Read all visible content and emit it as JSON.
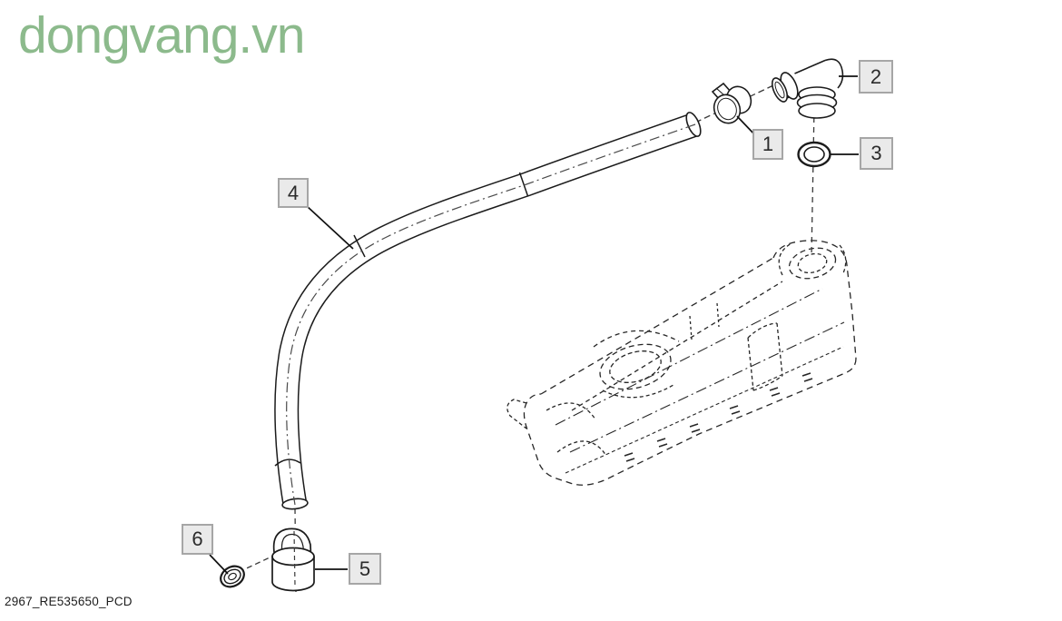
{
  "watermark": {
    "text": "dongvang.vn",
    "color": "#8cba8c"
  },
  "caption": {
    "text": "2967_RE535650_PCD"
  },
  "diagram": {
    "kind": "exploded-parts-diagram",
    "line_color": "#1b1b1b",
    "callout_style": {
      "background": "#eaeaea",
      "border_color": "#a6a6a6",
      "text_color": "#2b2b2b"
    },
    "callouts": [
      {
        "label": "1",
        "part": "hose-clamp"
      },
      {
        "label": "2",
        "part": "elbow-fitting"
      },
      {
        "label": "3",
        "part": "o-ring"
      },
      {
        "label": "4",
        "part": "breather-hose"
      },
      {
        "label": "5",
        "part": "mounting-clamp"
      },
      {
        "label": "6",
        "part": "flange-nut"
      }
    ]
  }
}
